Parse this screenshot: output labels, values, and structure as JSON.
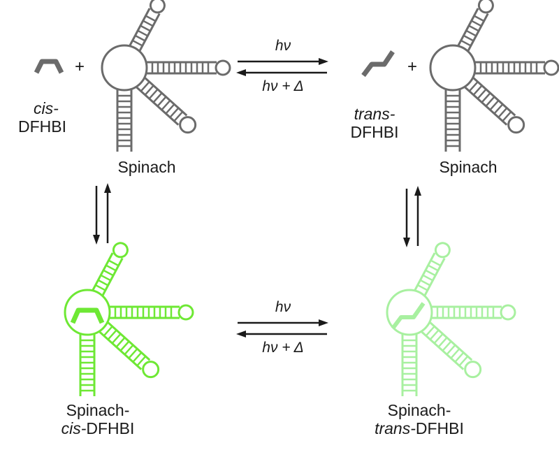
{
  "colors": {
    "gray": "#6b6b6b",
    "dark": "#1a1a1a",
    "green_bright": "#6ee834",
    "green_light": "#a8f0a0"
  },
  "labels": {
    "cis_prefix": "cis-",
    "dfhbi": "DFHBI",
    "trans_prefix": "trans-",
    "spinach": "Spinach",
    "spinach_dash": "Spinach-"
  },
  "reactions": {
    "forward": "hν",
    "reverse": "hν + Δ"
  },
  "icons": {
    "rna": "spinach-rna-aptamer",
    "cis_ligand": "cis-dfhbi-molecule",
    "trans_ligand": "trans-dfhbi-molecule"
  }
}
